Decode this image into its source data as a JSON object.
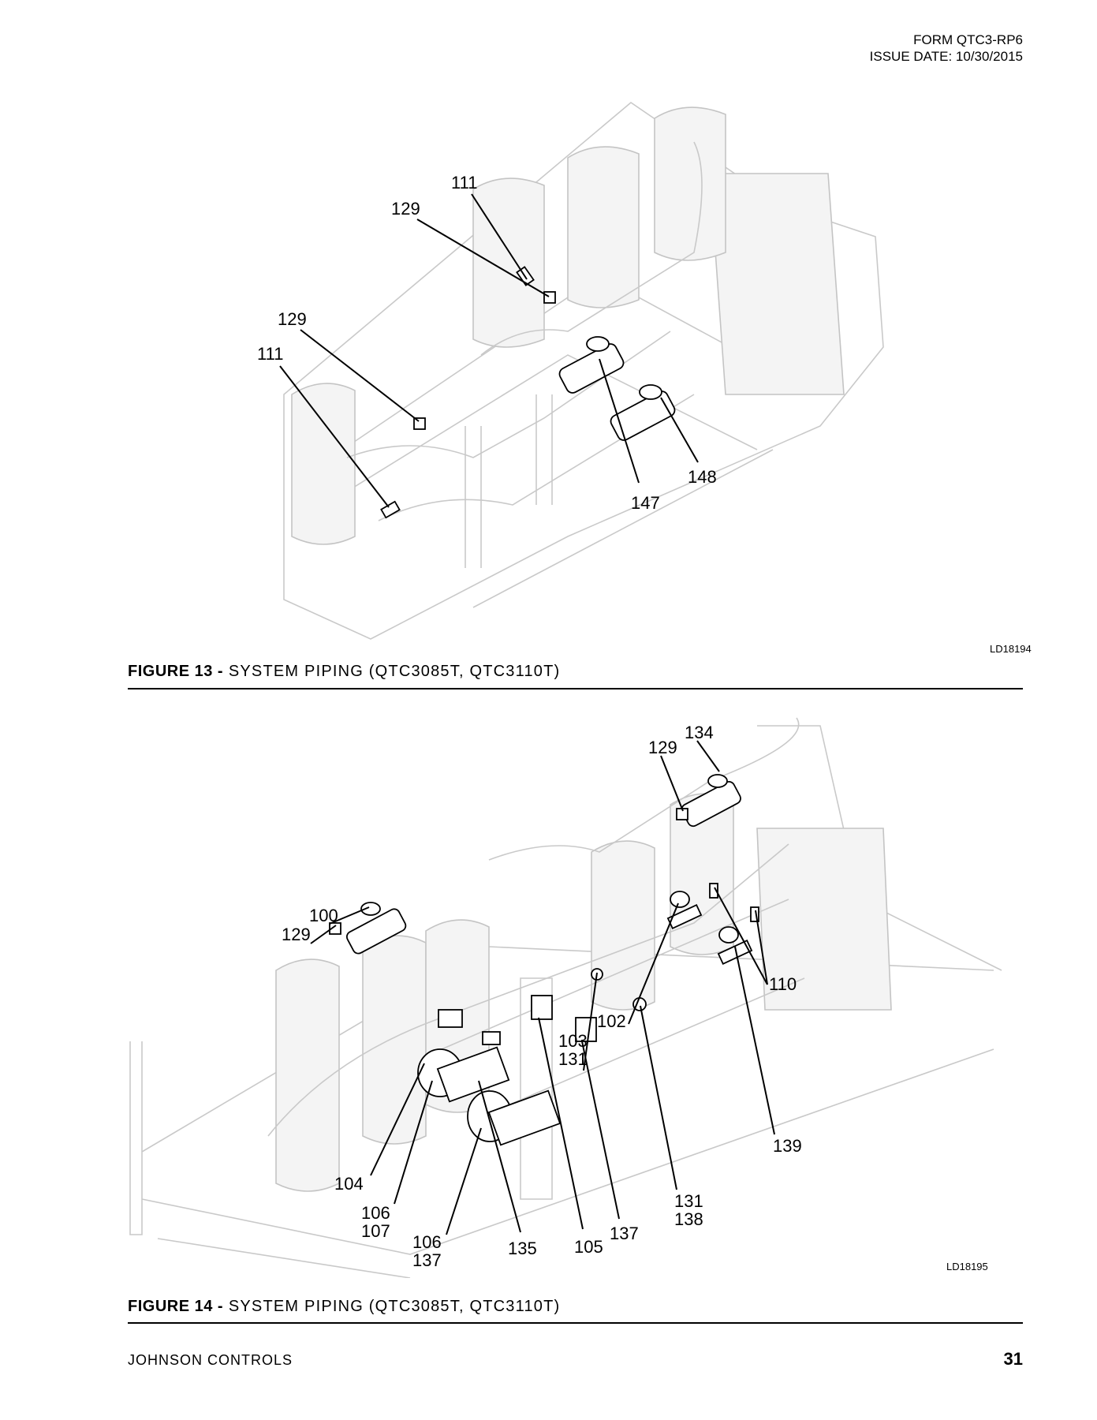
{
  "header": {
    "form": "FORM QTC3-RP6",
    "issue_date": "ISSUE DATE: 10/30/2015"
  },
  "figure13": {
    "label": "FIGURE 13 -",
    "title": "SYSTEM PIPING (QTC3085T, QTC3110T)",
    "drawing_code": "LD18194",
    "callouts": [
      "111",
      "129",
      "129",
      "111",
      "148",
      "147"
    ]
  },
  "figure14": {
    "label": "FIGURE 14 -",
    "title": "SYSTEM PIPING (QTC3085T, QTC3110T)",
    "drawing_code": "LD18195",
    "callouts": [
      "134",
      "129",
      "100",
      "129",
      "110",
      "102",
      "103",
      "131",
      "139",
      "104",
      "106",
      "107",
      "106",
      "137",
      "135",
      "105",
      "137",
      "131",
      "138"
    ]
  },
  "footer": {
    "company": "JOHNSON CONTROLS",
    "page_number": "31"
  }
}
